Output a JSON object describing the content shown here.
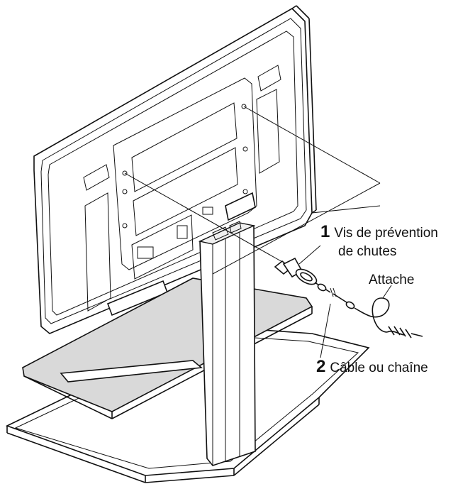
{
  "labels": {
    "screw": {
      "number": "1",
      "line1": "Vis de prévention",
      "line2": "de chutes"
    },
    "hook": {
      "text": "Attache"
    },
    "cable": {
      "number": "2",
      "text": "Câble ou chaîne"
    }
  },
  "colors": {
    "line": "#111111",
    "glass_shelf": "#d9d9d9",
    "background": "#ffffff"
  }
}
